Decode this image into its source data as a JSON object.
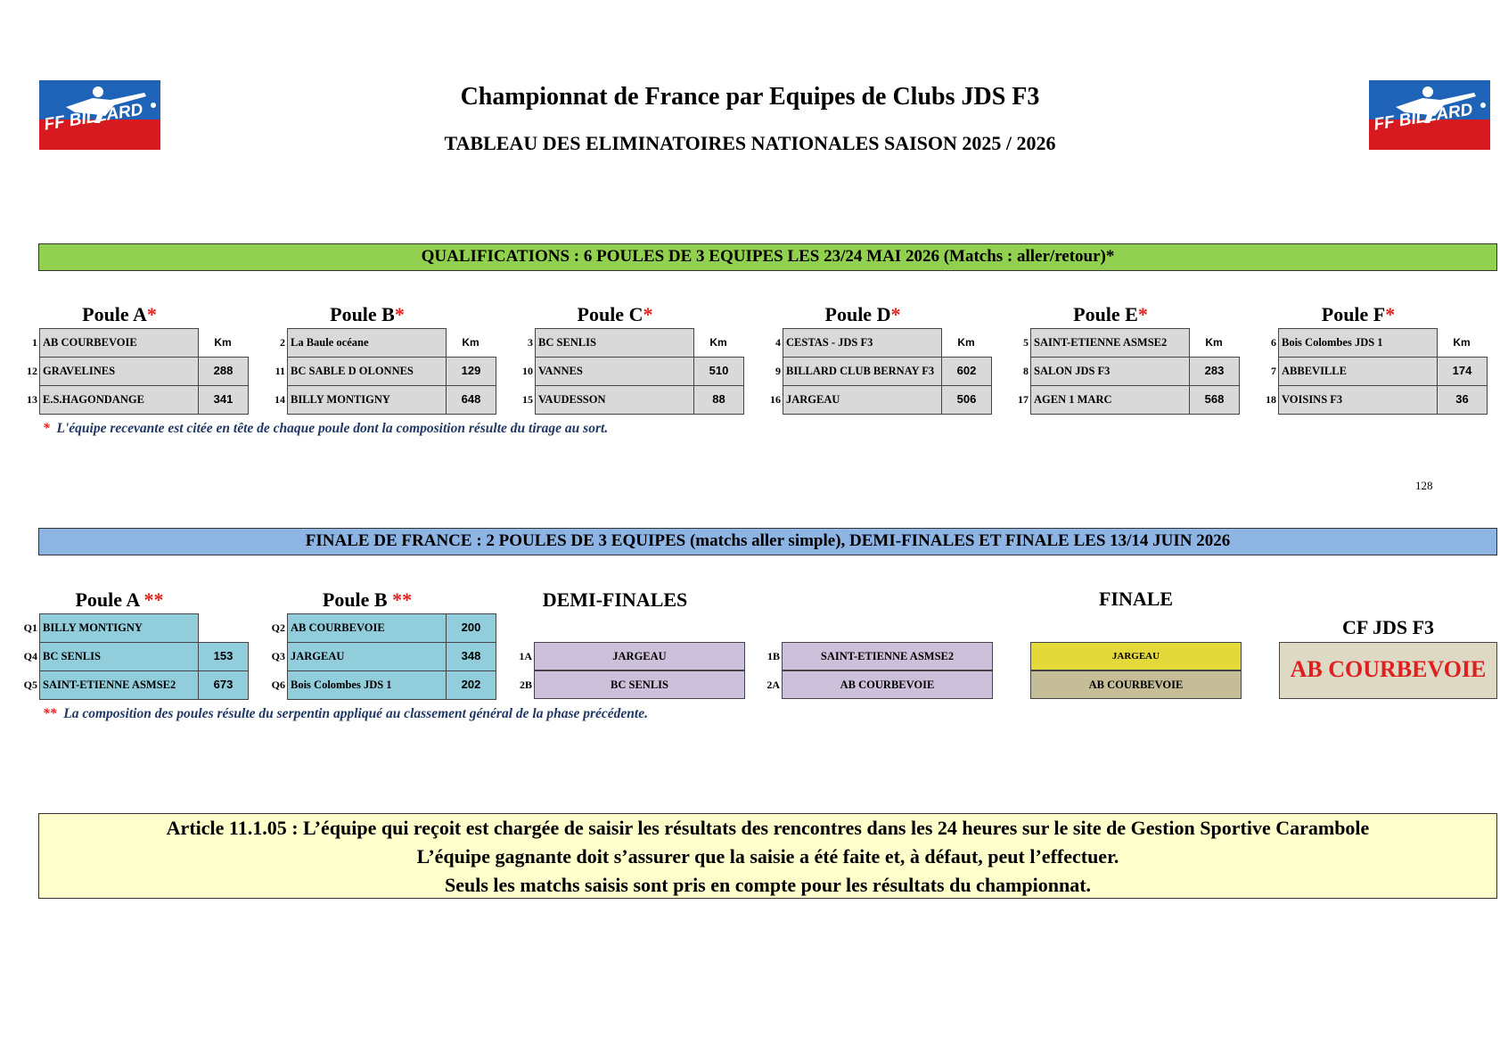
{
  "logo": {
    "text": "FF BILLARD",
    "colors": {
      "blue": "#1f63b8",
      "red": "#d71920"
    }
  },
  "title": "Championnat de France par Equipes de Clubs JDS F3",
  "subtitle": "TABLEAU DES ELIMINATOIRES NATIONALES SAISON  2025 / 2026",
  "qualifications": {
    "banner": "QUALIFICATIONS : 6 POULES DE 3 EQUIPES  LES 23/24 MAI 2026 (Matchs : aller/retour)*",
    "banner_color": "#92d050",
    "km_label": "Km",
    "poules": [
      {
        "name": "Poule A",
        "mark": "*",
        "teams": [
          {
            "num": "1",
            "name": "AB COURBEVOIE",
            "km": ""
          },
          {
            "num": "12",
            "name": "GRAVELINES",
            "km": "288"
          },
          {
            "num": "13",
            "name": "E.S.HAGONDANGE",
            "km": "341"
          }
        ]
      },
      {
        "name": "Poule B",
        "mark": "*",
        "teams": [
          {
            "num": "2",
            "name": "La Baule océane",
            "km": ""
          },
          {
            "num": "11",
            "name": "BC SABLE D OLONNES",
            "km": "129"
          },
          {
            "num": "14",
            "name": "BILLY MONTIGNY",
            "km": "648"
          }
        ]
      },
      {
        "name": "Poule C",
        "mark": "*",
        "teams": [
          {
            "num": "3",
            "name": "BC SENLIS",
            "km": ""
          },
          {
            "num": "10",
            "name": "VANNES",
            "km": "510"
          },
          {
            "num": "15",
            "name": "VAUDESSON",
            "km": "88"
          }
        ]
      },
      {
        "name": "Poule D",
        "mark": "*",
        "teams": [
          {
            "num": "4",
            "name": "CESTAS - JDS F3",
            "km": ""
          },
          {
            "num": "9",
            "name": "BILLARD CLUB BERNAY F3",
            "km": "602"
          },
          {
            "num": "16",
            "name": "JARGEAU",
            "km": "506"
          }
        ]
      },
      {
        "name": "Poule E",
        "mark": "*",
        "teams": [
          {
            "num": "5",
            "name": "SAINT-ETIENNE ASMSE2",
            "km": ""
          },
          {
            "num": "8",
            "name": "SALON JDS F3",
            "km": "283"
          },
          {
            "num": "17",
            "name": "AGEN 1 MARC",
            "km": "568"
          }
        ]
      },
      {
        "name": "Poule F",
        "mark": "*",
        "teams": [
          {
            "num": "6",
            "name": "Bois Colombes JDS 1",
            "km": ""
          },
          {
            "num": "7",
            "name": "ABBEVILLE",
            "km": "174"
          },
          {
            "num": "18",
            "name": "VOISINS F3",
            "km": "36"
          }
        ]
      }
    ],
    "note_mark": "*",
    "note": "L'équipe recevante est citée en tête de chaque poule dont la composition résulte du tirage au sort.",
    "page_number": "128"
  },
  "finale": {
    "banner": "FINALE DE FRANCE : 2 POULES DE 3 EQUIPES (matchs aller simple), DEMI-FINALES ET FINALE LES 13/14 JUIN 2026",
    "banner_color": "#8db4e2",
    "poules": [
      {
        "name": "Poule A",
        "mark": "**",
        "teams": [
          {
            "num": "Q1",
            "name": "BILLY MONTIGNY",
            "km": ""
          },
          {
            "num": "Q4",
            "name": "BC SENLIS",
            "km": "153"
          },
          {
            "num": "Q5",
            "name": "SAINT-ETIENNE ASMSE2",
            "km": "673"
          }
        ]
      },
      {
        "name": "Poule B",
        "mark": "**",
        "teams": [
          {
            "num": "Q2",
            "name": "AB COURBEVOIE",
            "km": "200"
          },
          {
            "num": "Q3",
            "name": "JARGEAU",
            "km": "348"
          },
          {
            "num": "Q6",
            "name": "Bois Colombes JDS 1",
            "km": "202"
          }
        ]
      }
    ],
    "demi_title": "DEMI-FINALES",
    "demi1": {
      "top_num": "1A",
      "top": "JARGEAU",
      "bottom_num": "2B",
      "bottom": "BC SENLIS"
    },
    "demi2": {
      "top_num": "1B",
      "top": "SAINT-ETIENNE ASMSE2",
      "bottom_num": "2A",
      "bottom": "AB COURBEVOIE"
    },
    "finale_title": "FINALE",
    "finale_top": "JARGEAU",
    "finale_bottom": "AB COURBEVOIE",
    "champion_title": "CF JDS F3",
    "champion": "AB COURBEVOIE",
    "note_mark": "**",
    "note": "La composition des poules résulte du serpentin appliqué au classement général de la phase précédente."
  },
  "article": {
    "line1": "Article 11.1.05 : L’équipe qui reçoit est chargée de saisir les résultats des rencontres dans les 24 heures sur le site de Gestion  Sportive Carambole",
    "line2": "L’équipe gagnante doit s’assurer que la saisie a été faite et, à défaut, peut l’effectuer.",
    "line3": "Seuls les matchs saisis sont pris en compte pour les résultats du championnat."
  }
}
